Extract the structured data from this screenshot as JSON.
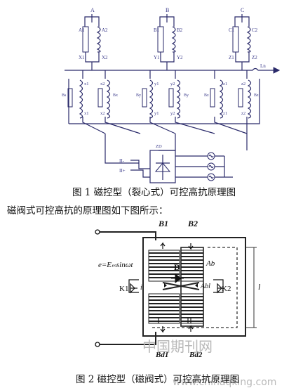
{
  "figure1": {
    "phases": [
      "A",
      "B",
      "C"
    ],
    "top_coils": [
      {
        "t1": "A1",
        "t2": "A2",
        "b1": "X1",
        "b2": "X2"
      },
      {
        "t1": "B1",
        "t2": "B2",
        "b1": "Y1",
        "b2": "Y2"
      },
      {
        "t1": "C1",
        "t2": "C2",
        "b1": "Z1",
        "b2": "Z2"
      }
    ],
    "neutral_label": "Ln",
    "lower_coils": [
      {
        "c1": "x1",
        "c1b": "x1",
        "s1": "Bs",
        "c2": "x2",
        "c2b": "x2",
        "s2": "Bx"
      },
      {
        "c1": "y1",
        "c1b": "y1",
        "s1": "By",
        "c2": "y2",
        "c2b": "y2",
        "s2": "By"
      },
      {
        "c1": "z1",
        "c1b": "z1",
        "s1": "Bz",
        "c2": "z2",
        "c2b": "z2",
        "s2": "Bz"
      }
    ],
    "control_box_label": "ZD",
    "control_terminals": [
      "II-",
      "II+"
    ],
    "caption": "图 1  磁控型（裂心式）可控高抗原理图"
  },
  "intro_text": "磁阀式可控高抗的原理图如下图所示：",
  "figure2": {
    "top_labels": [
      "B1",
      "B2"
    ],
    "bottom_labels": [
      "Bd1",
      "Bd2"
    ],
    "source_label": "e=Eₘsinωt",
    "center_label": "D",
    "area_labels": [
      "Ab",
      "Abl"
    ],
    "switch_labels": [
      "K1",
      "K2"
    ],
    "current_label": "i",
    "limb_labels": [
      "I",
      "II"
    ],
    "length_label": "l",
    "caption": "图 2  磁控型（磁阀式）可控高抗原理图"
  },
  "watermark": {
    "text_cn": "中国期刊网",
    "text_url": "www.chinaqking.com"
  }
}
